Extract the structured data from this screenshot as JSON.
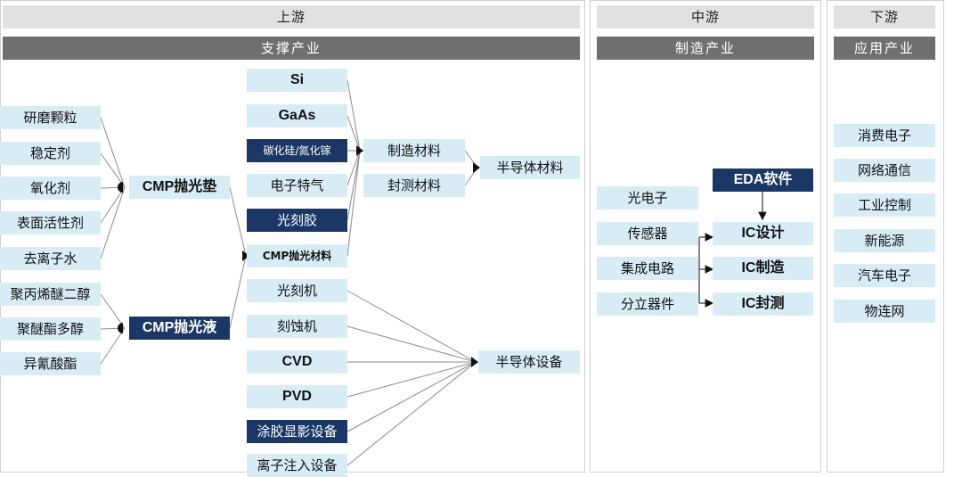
{
  "columns": {
    "upstream": {
      "title": "上游",
      "subtitle": "支撑产业"
    },
    "midstream": {
      "title": "中游",
      "subtitle": "制造产业"
    },
    "downstream": {
      "title": "下游",
      "subtitle": "应用产业"
    }
  },
  "upstream": {
    "pad_inputs": [
      "研磨颗粒",
      "稳定剂",
      "氧化剂",
      "表面活性剂",
      "去离子水"
    ],
    "liquid_inputs": [
      "聚丙烯醚二醇",
      "聚醚酯多醇",
      "异氰酸酯"
    ],
    "cmp_pad": "CMP抛光垫",
    "cmp_liquid": "CMP抛光液",
    "materials": [
      "Si",
      "GaAs",
      "碳化硅/氮化镓",
      "电子特气",
      "光刻胶",
      "CMP抛光材料"
    ],
    "equipment": [
      "光刻机",
      "刻蚀机",
      "CVD",
      "PVD",
      "涂胶显影设备",
      "离子注入设备"
    ],
    "manufacturing_material": "制造材料",
    "packaging_material": "封测材料",
    "semiconductor_material": "半导体材料",
    "semiconductor_equipment": "半导体设备"
  },
  "midstream": {
    "products": [
      "光电子",
      "传感器",
      "集成电路",
      "分立器件"
    ],
    "eda": "EDA软件",
    "ic_steps": [
      "IC设计",
      "IC制造",
      "IC封测"
    ]
  },
  "downstream": {
    "applications": [
      "消费电子",
      "网络通信",
      "工业控制",
      "新能源",
      "汽车电子",
      "物连网"
    ]
  },
  "colors": {
    "light_box": "#d8ecf6",
    "dark_box": "#1a3766",
    "header": "#e1e1e1",
    "subheader": "#6f6f6f"
  }
}
